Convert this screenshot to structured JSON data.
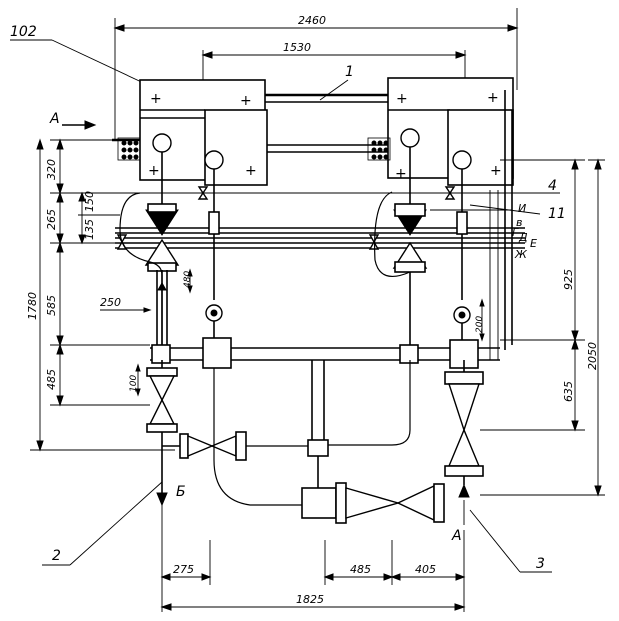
{
  "dimensions": {
    "d2460": "2460",
    "d1530": "1530",
    "d320": "320",
    "d265": "265",
    "d150": "150",
    "d135": "135",
    "d585": "585",
    "d1780": "1780",
    "d485_left": "485",
    "d100": "100",
    "d250": "250",
    "d480": "480",
    "d200": "200",
    "d925": "925",
    "d2050": "2050",
    "d635": "635",
    "d275": "275",
    "d485_bottom": "485",
    "d405": "405",
    "d1825": "1825"
  },
  "labels": {
    "callout_102": "102",
    "callout_1": "1",
    "callout_2": "2",
    "callout_3": "3",
    "callout_4": "4",
    "callout_11": "11",
    "view_A_top": "A",
    "flow_B": "Б",
    "flow_A": "А",
    "line_I": "И",
    "line_V": "в",
    "line_G": "Г",
    "line_D": "Д",
    "line_E": "Е",
    "line_Zh": "Ж"
  }
}
